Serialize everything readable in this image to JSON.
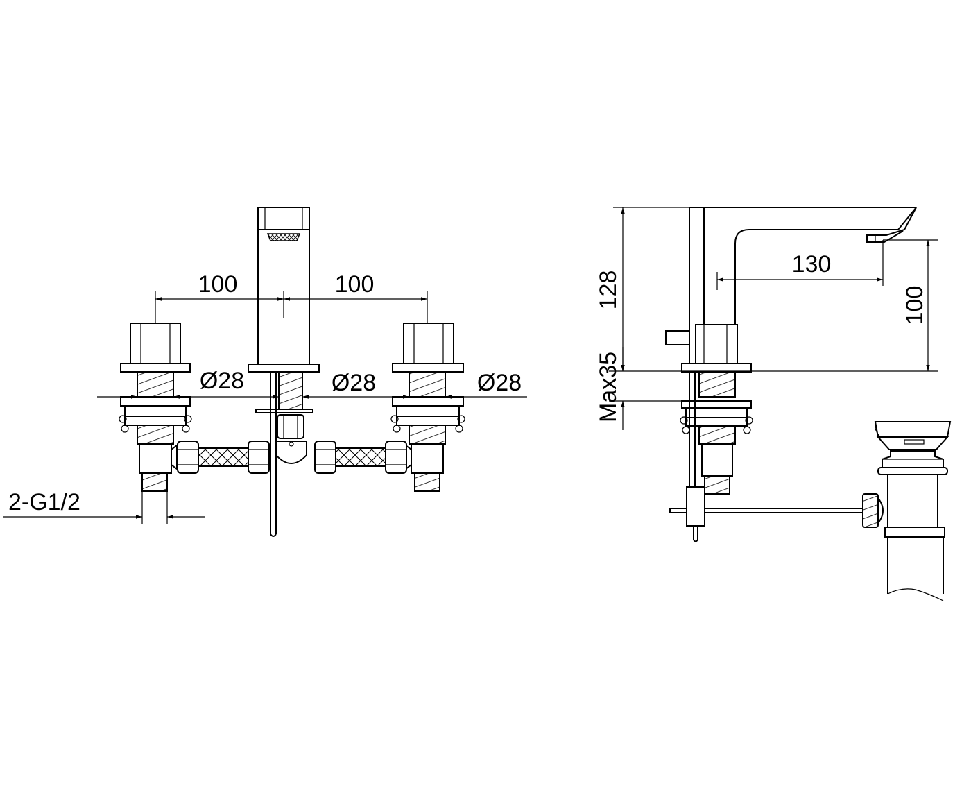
{
  "front_view": {
    "dim_left_spacing": "100",
    "dim_right_spacing": "100",
    "dim_left_dia": "Ø28",
    "dim_center_dia": "Ø28",
    "dim_right_dia": "Ø28",
    "connection_label": "2-G1/2"
  },
  "side_view": {
    "dim_total_height": "128",
    "dim_max_thickness": "Max35",
    "dim_projection": "130",
    "dim_spout_height": "100"
  },
  "colors": {
    "line": "#000000",
    "background": "#ffffff"
  }
}
